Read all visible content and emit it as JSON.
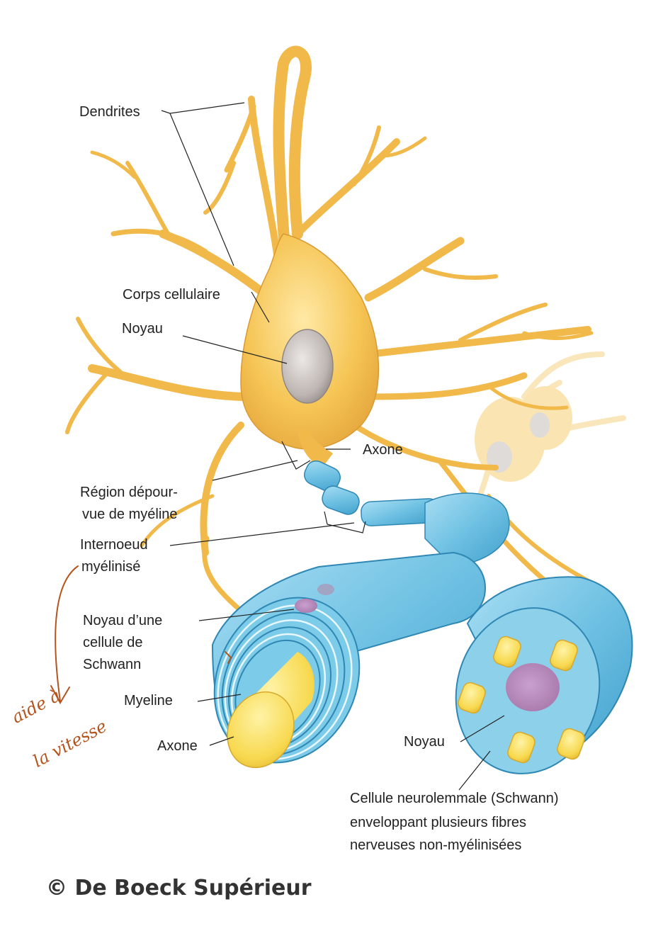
{
  "labels": {
    "dendrites": "Dendrites",
    "corps_cellulaire": "Corps cellulaire",
    "noyau": "Noyau",
    "axone_top": "Axone",
    "region_line1": "Région dépour-",
    "region_line2": "vue de myéline",
    "internoeud_line1": "Internoeud",
    "internoeud_line2": "myélinisé",
    "noyau_schwann_line1": "Noyau d’une",
    "noyau_schwann_line2": "cellule de",
    "noyau_schwann_line3": "Schwann",
    "myeline": "Myeline",
    "axone_bottom": "Axone",
    "noyau_right": "Noyau",
    "cellule_line1": "Cellule neurolemmale (Schwann)",
    "cellule_line2": "enveloppant plusieurs fibres",
    "cellule_line3": "nerveuses non-myélinisées"
  },
  "annotation": {
    "line1": "aide à",
    "line2": "la vitesse"
  },
  "copyright": "© De Boeck Supérieur",
  "colors": {
    "neuron": "#f5c453",
    "neuron_dark": "#e0a43a",
    "nucleus": "#b8b0ad",
    "myelin": "#6fc1e3",
    "myelin_dark": "#3f9fcb",
    "schwann_nucleus": "#b98ab9",
    "axon_core": "#f7d84e",
    "ink": "#222222",
    "handwriting": "#b5531d"
  }
}
